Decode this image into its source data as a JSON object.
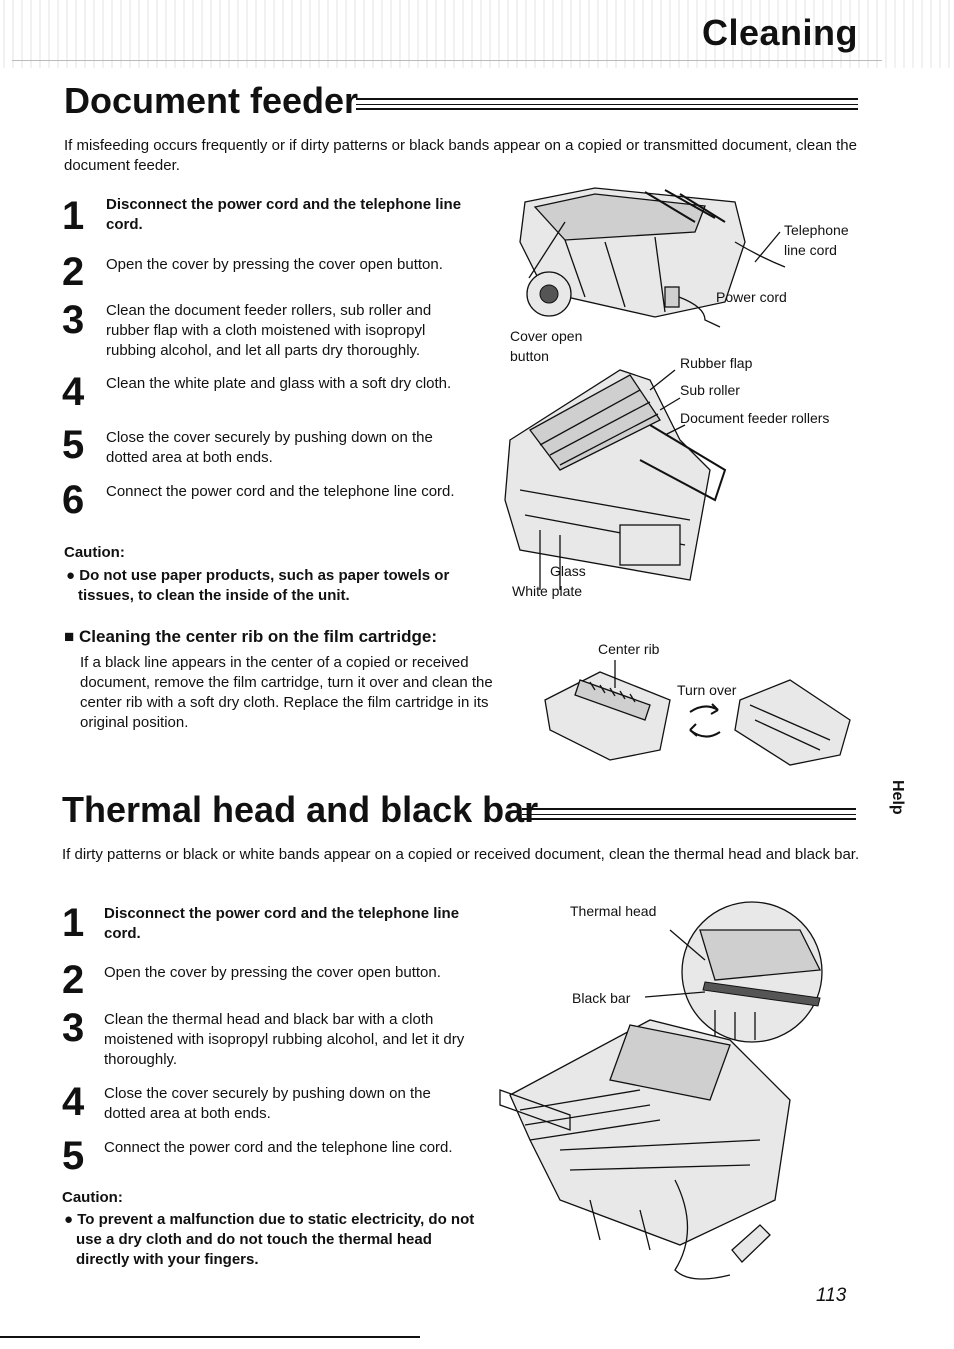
{
  "header": {
    "title": "Cleaning"
  },
  "side_tab": "Help",
  "page_number": "113",
  "document_feeder": {
    "title": "Document feeder",
    "intro": "If misfeeding occurs frequently or if dirty patterns or black bands appear on a copied or transmitted document, clean the document feeder.",
    "steps": [
      {
        "num": "1",
        "text": "Disconnect the power cord and the telephone line cord."
      },
      {
        "num": "2",
        "text": "Open the cover by pressing the cover open button."
      },
      {
        "num": "3",
        "text": "Clean the document feeder rollers, sub roller and rubber flap with a cloth moistened with isopropyl rubbing alcohol, and let all parts dry thoroughly."
      },
      {
        "num": "4",
        "text": "Clean the white plate and glass with a soft dry cloth."
      },
      {
        "num": "5",
        "text": "Close the cover securely by pushing down on the dotted area at both ends."
      },
      {
        "num": "6",
        "text": "Connect the power cord and the telephone line cord."
      }
    ],
    "caution_title": "Caution:",
    "caution_item": "Do not use paper products, such as paper towels or tissues, to clean the inside of the unit.",
    "labels": {
      "telephone_line_cord": "Telephone line cord",
      "power_cord": "Power cord",
      "cover_open_button": "Cover open button",
      "rubber_flap": "Rubber flap",
      "sub_roller": "Sub roller",
      "document_feeder_rollers": "Document feeder rollers",
      "glass": "Glass",
      "white_plate": "White plate"
    }
  },
  "center_rib": {
    "heading": "Cleaning the center rib on the film cartridge:",
    "body": "If a black line appears in the center of a copied or received document, remove the film cartridge, turn it over and clean the center rib with a soft dry cloth. Replace the film cartridge in its original position.",
    "labels": {
      "center_rib": "Center rib",
      "turn_over": "Turn over"
    }
  },
  "thermal_head": {
    "title": "Thermal head and black bar",
    "intro": "If dirty patterns or black or white bands appear on a copied or received document, clean the thermal head and black bar.",
    "steps": [
      {
        "num": "1",
        "text": "Disconnect the power cord and the telephone line cord."
      },
      {
        "num": "2",
        "text": "Open the cover by pressing the cover open button."
      },
      {
        "num": "3",
        "text": "Clean the thermal head and black bar with a cloth moistened with isopropyl rubbing alcohol, and let it dry thoroughly."
      },
      {
        "num": "4",
        "text": "Close the cover securely by pushing down on the dotted area at both ends."
      },
      {
        "num": "5",
        "text": "Connect the power cord and the telephone line cord."
      }
    ],
    "caution_title": "Caution:",
    "caution_item": "To prevent a malfunction due to static electricity, do not use a dry cloth and do not touch the thermal head directly with your fingers.",
    "labels": {
      "thermal_head": "Thermal head",
      "black_bar": "Black bar"
    }
  }
}
